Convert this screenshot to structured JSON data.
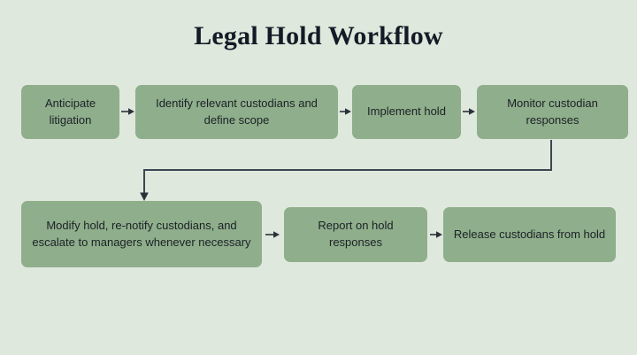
{
  "diagram": {
    "title": "Legal Hold Workflow",
    "type": "flowchart",
    "colors": {
      "background": "#dfe8dd",
      "node_fill": "#8fae8b",
      "node_text": "#1b2127",
      "title_text": "#141b26",
      "connector": "#2b3138"
    },
    "rows": [
      {
        "id": "row-1",
        "nodes": [
          {
            "id": "anticipate",
            "label": "Anticipate litigation"
          },
          {
            "id": "identify",
            "label": "Identify relevant custodians and define scope"
          },
          {
            "id": "implement",
            "label": "Implement hold"
          },
          {
            "id": "monitor",
            "label": "Monitor custodian responses"
          }
        ]
      },
      {
        "id": "row-2",
        "nodes": [
          {
            "id": "modify",
            "label": "Modify hold, re-notify custodians, and escalate to managers whenever necessary"
          },
          {
            "id": "report",
            "label": "Report on hold responses"
          },
          {
            "id": "release",
            "label": "Release custodians from hold"
          }
        ]
      }
    ],
    "connectors": [
      {
        "id": "arrow-anticipate-identify",
        "from": "anticipate",
        "to": "identify",
        "style": "straight-arrow",
        "direction": "right"
      },
      {
        "id": "arrow-identify-implement",
        "from": "identify",
        "to": "implement",
        "style": "straight-arrow",
        "direction": "right"
      },
      {
        "id": "arrow-implement-monitor",
        "from": "implement",
        "to": "monitor",
        "style": "straight-arrow",
        "direction": "right"
      },
      {
        "id": "elbow-monitor-modify",
        "from": "monitor",
        "to": "modify",
        "style": "elbow-arrow",
        "direction": "down-left-down"
      },
      {
        "id": "arrow-modify-report",
        "from": "modify",
        "to": "report",
        "style": "straight-arrow",
        "direction": "right"
      },
      {
        "id": "arrow-report-release",
        "from": "report",
        "to": "release",
        "style": "straight-arrow",
        "direction": "right"
      }
    ]
  }
}
